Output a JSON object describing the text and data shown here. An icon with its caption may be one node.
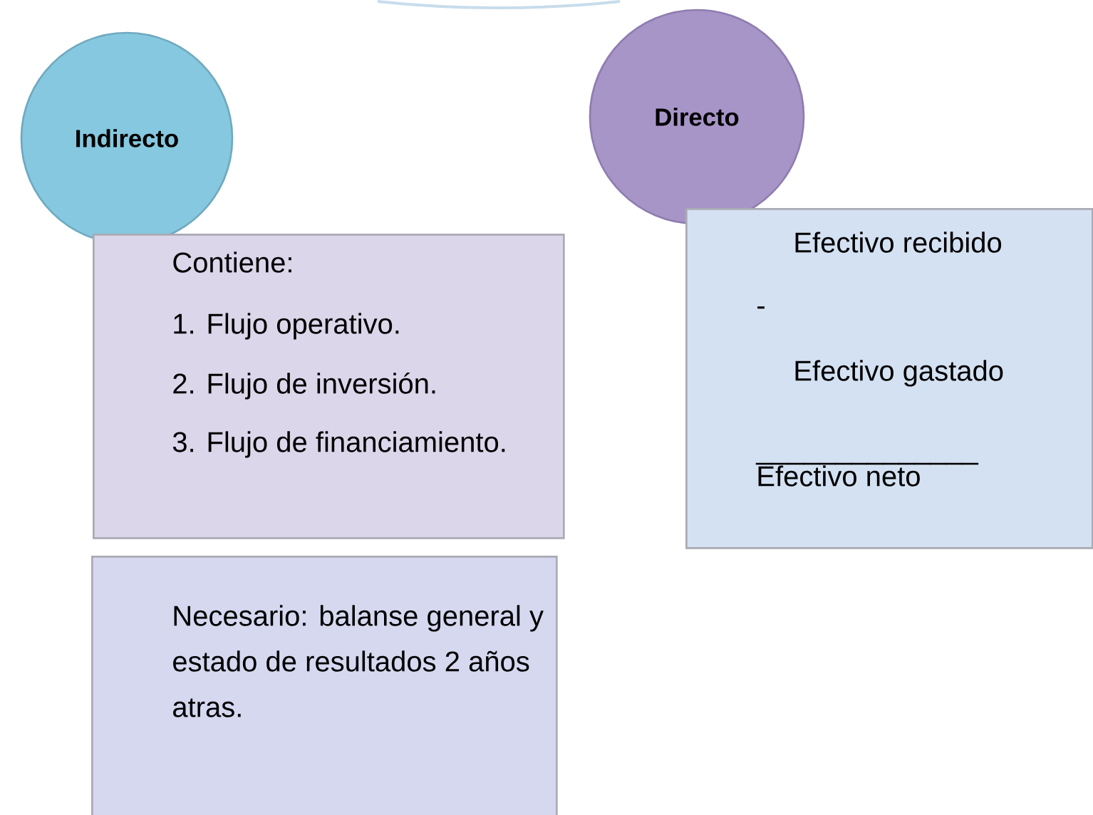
{
  "diagram": {
    "nodes": [
      {
        "text": [
          "Indirecto"
        ]
      },
      {
        "text": [
          "Contiene:",
          "1. Flujo operativo.",
          "2. Flujo de inversión.",
          "3. Flujo de financiamiento."
        ]
      },
      {
        "text": [
          "Necesario: balanse general y estado de resultados 2 años atras."
        ]
      },
      {
        "text": [
          "Directo"
        ]
      },
      {
        "text": [
          "Efectivo recibido",
          "-",
          "Efectivo gastado",
          "______________",
          "Efectivo neto"
        ]
      }
    ]
  }
}
